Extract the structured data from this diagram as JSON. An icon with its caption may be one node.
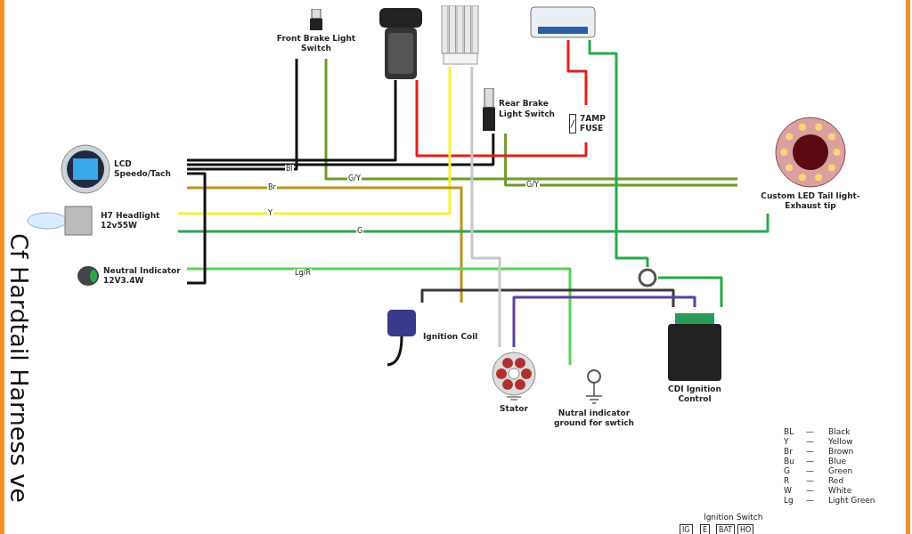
{
  "diagram": {
    "title": "Cf Hardtail Harness ve",
    "nodes": [
      {
        "text": [
          "Front Brake Light Switch"
        ]
      },
      {
        "text": [],
        "shape": "picture"
      },
      {
        "text": [],
        "shape": "picture"
      },
      {
        "text": [],
        "shape": "picture"
      },
      {
        "text": [
          "Rear Brake Light Switch"
        ]
      },
      {
        "text": [
          "7AMP FUSE"
        ]
      },
      {
        "text": [
          "LCD Speedo/Tach"
        ]
      },
      {
        "text": [
          "H7 Headlight 12v55W"
        ]
      },
      {
        "text": [
          "Neutral Indicator 12V3.4W"
        ]
      },
      {
        "text": [
          "Custom LED Tail light-Exhaust tip"
        ]
      },
      {
        "text": [
          "Ignition Coil"
        ]
      },
      {
        "text": [
          "Stator"
        ]
      },
      {
        "text": [
          "Nutral indicator ground for swtich"
        ]
      },
      {
        "text": [
          "CDI Ignition Control"
        ]
      },
      {
        "text": [],
        "shape": "circle"
      }
    ],
    "edges": [
      {
        "from": 0,
        "to": 6,
        "arrow": "none",
        "color": "#111111"
      },
      {
        "from": 0,
        "to": 9,
        "arrow": "none",
        "color": "#6f9a2a"
      },
      {
        "from": 4,
        "to": 9,
        "arrow": "none",
        "color": "#6f9a2a"
      },
      {
        "from": 4,
        "to": 6,
        "arrow": "none",
        "color": "#111111"
      },
      {
        "from": 3,
        "to": 5,
        "arrow": "none",
        "color": "#e02020"
      },
      {
        "from": 5,
        "to": 1,
        "arrow": "none",
        "color": "#e02020"
      },
      {
        "from": 1,
        "to": 6,
        "arrow": "none",
        "color": "#111111"
      },
      {
        "from": 2,
        "to": 7,
        "arrow": "none",
        "color": "#f2f23a"
      },
      {
        "from": 6,
        "to": 10,
        "arrow": "none",
        "color": "#b8961e"
      },
      {
        "from": 7,
        "to": 9,
        "arrow": "none",
        "color": "#2aa84a"
      },
      {
        "from": 8,
        "to": 12,
        "arrow": "none",
        "color": "#5ad15a"
      },
      {
        "from": 8,
        "to": 6,
        "arrow": "none",
        "color": "#111111"
      },
      {
        "from": 10,
        "to": 13,
        "arrow": "none",
        "color": "#3a3a3a"
      },
      {
        "from": 11,
        "to": 13,
        "arrow": "none",
        "color": "#5b3fa0"
      },
      {
        "from": 11,
        "to": 2,
        "arrow": "none",
        "color": "#c8c8c8"
      },
      {
        "from": 3,
        "to": 14,
        "arrow": "none",
        "color": "#2aa84a"
      },
      {
        "from": 13,
        "to": 14,
        "arrow": "none",
        "color": "#2aa84a"
      }
    ],
    "labels": [
      "Bl",
      "G/Y",
      "G/Y",
      "Y",
      "Br",
      "G",
      "Lg/R",
      "Ignition Switch",
      "IG",
      "E",
      "BAT",
      "HO",
      "BL",
      "—",
      "Black",
      "Y",
      "—",
      "Yellow",
      "Br",
      "—",
      "Brown",
      "Bu",
      "—",
      "Blue",
      "G",
      "—",
      "Green",
      "R",
      "—",
      "Red",
      "W",
      "—",
      "White",
      "Lg",
      "—",
      "Light Green"
    ]
  }
}
